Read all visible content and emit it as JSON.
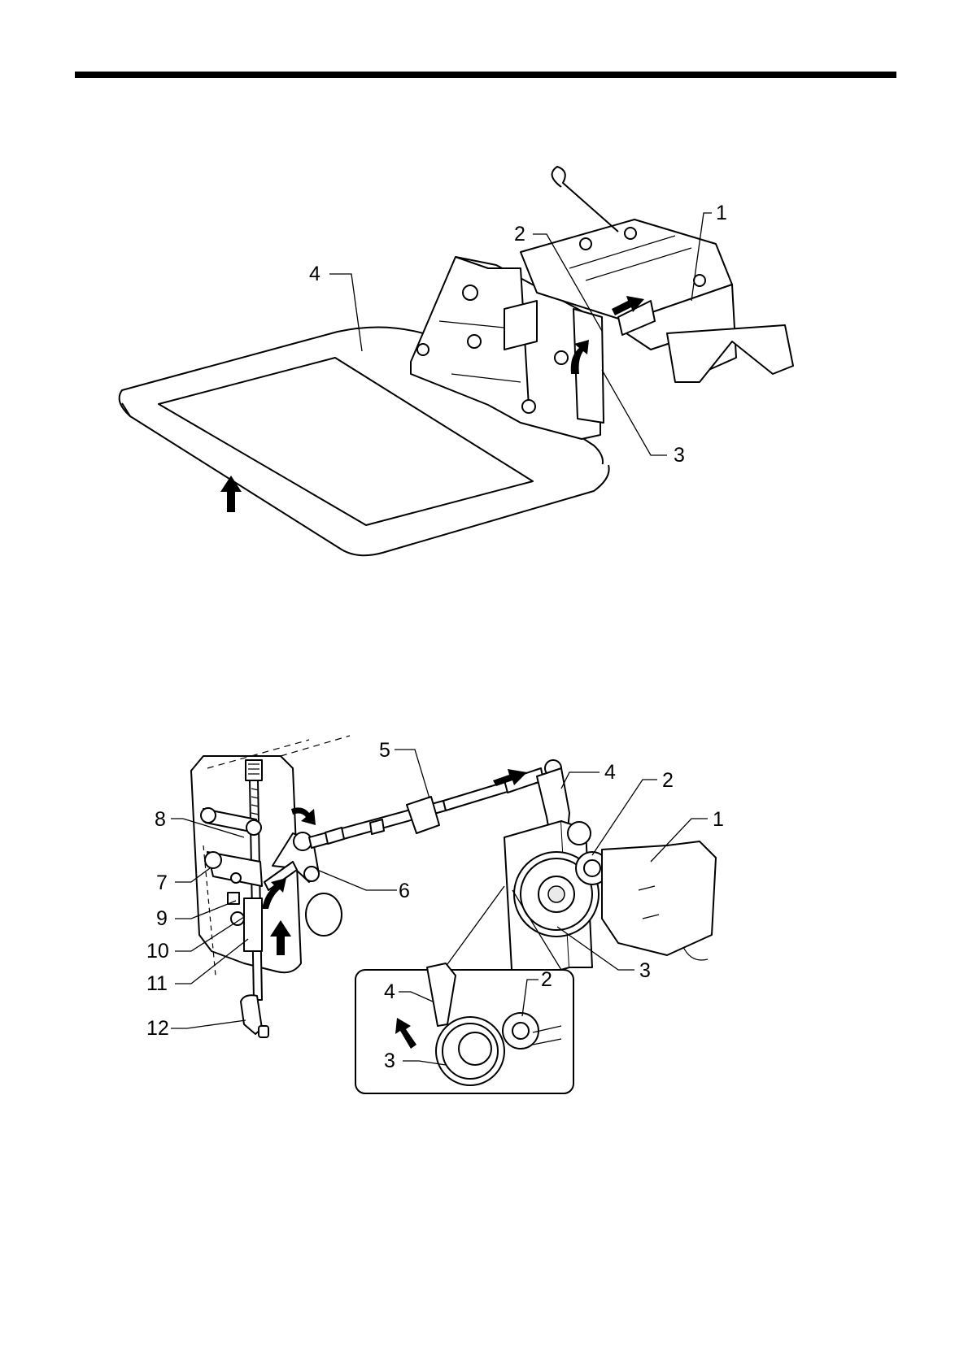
{
  "top_figure": {
    "callouts": [
      "1",
      "2",
      "3",
      "4"
    ]
  },
  "bottom_figure": {
    "callouts": [
      "1",
      "2",
      "3",
      "4",
      "5",
      "6",
      "7",
      "8",
      "9",
      "10",
      "11",
      "12"
    ],
    "inset_callouts": [
      "2",
      "3",
      "4"
    ]
  }
}
